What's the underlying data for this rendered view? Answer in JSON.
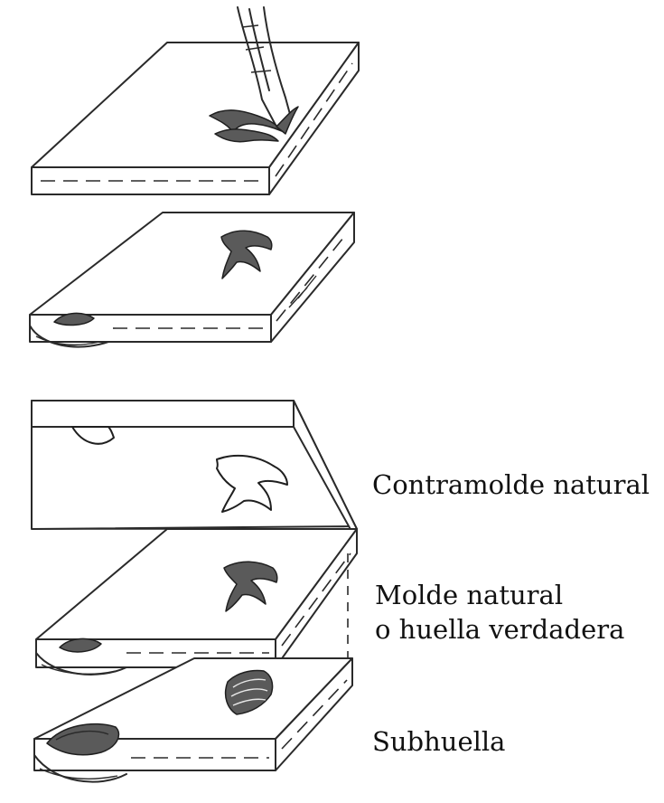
{
  "labels": {
    "contramolde": "Contramolde natural",
    "molde_line1": "Molde natural",
    "molde_line2": "o huella verdadera",
    "subhuella": "Subhuella"
  }
}
